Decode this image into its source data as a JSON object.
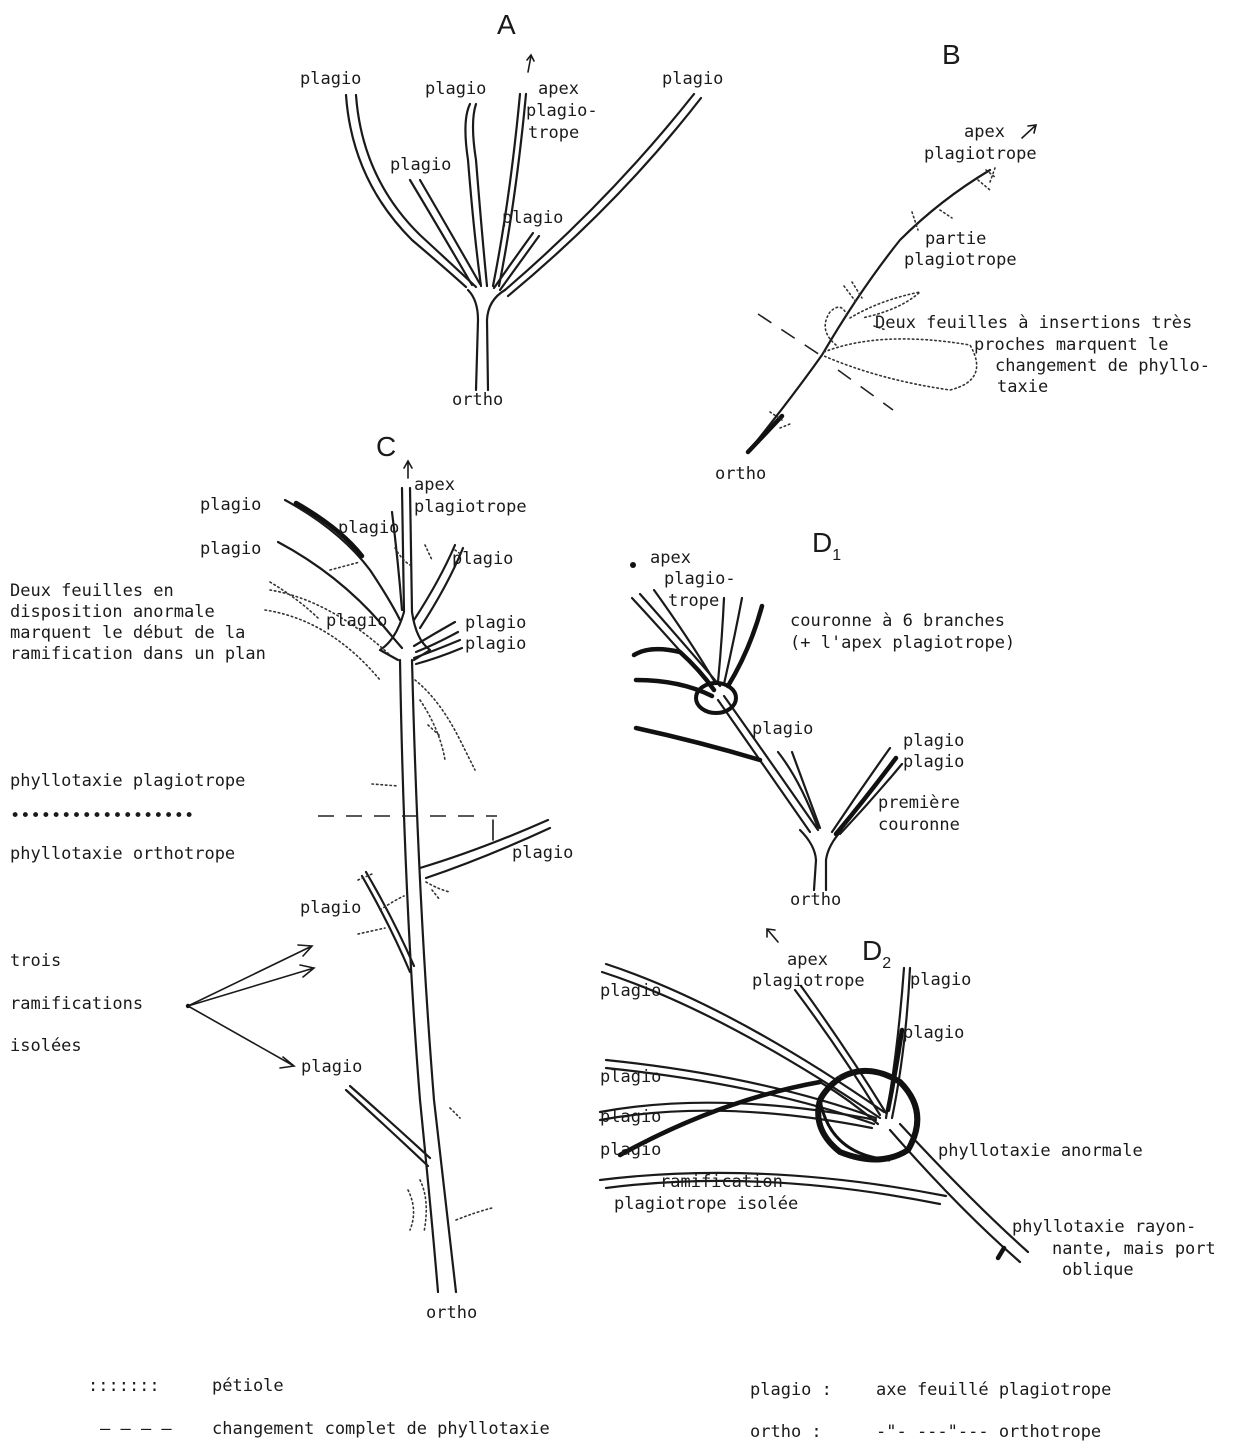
{
  "panel_a": {
    "heading": "A",
    "labels": [
      "plagio",
      "plagio",
      "apex",
      "plagio-",
      "trope",
      "plagio",
      "plagio",
      "plagio",
      "ortho"
    ]
  },
  "panel_b": {
    "heading": "B",
    "labels": [
      "apex",
      "plagiotrope",
      "partie",
      "plagiotrope",
      "Deux feuilles à insertions très",
      "proches marquent le",
      "changement de phyllo-",
      "taxie",
      "ortho"
    ]
  },
  "panel_c": {
    "heading": "C",
    "labels": [
      "apex",
      "plagiotrope",
      "plagio",
      "plagio",
      "plagio",
      "plagio",
      "plagio",
      "plagio",
      "plagio",
      "plagio",
      "plagio",
      "plagio",
      "ortho"
    ],
    "note_lines": [
      "Deux feuilles en",
      "disposition anormale",
      "marquent le début de la",
      "ramification dans un plan"
    ],
    "phyllotaxie_plagiotrope": "phyllotaxie plagiotrope",
    "dots_line": "••••••••••••••••••",
    "phyllotaxie_orthotrope": "phyllotaxie orthotrope",
    "isolated_lines": [
      "trois",
      "ramifications",
      "isolées"
    ]
  },
  "panel_d1": {
    "heading": "D",
    "heading_sub": "1",
    "labels": [
      "apex",
      "plagio-",
      "trope",
      "couronne à 6 branches",
      "(+ l'apex plagiotrope)",
      "plagio",
      "plagio",
      "plagio",
      "première",
      "couronne",
      "ortho"
    ]
  },
  "panel_d2": {
    "heading": "D",
    "heading_sub": "2",
    "labels": [
      "apex",
      "plagiotrope",
      "plagio",
      "plagio",
      "plagio",
      "plagio",
      "plagio",
      "plagio",
      "phyllotaxie anormale",
      "ramification",
      "plagiotrope isolée",
      "phyllotaxie rayon-",
      "nante, mais port",
      "oblique"
    ]
  },
  "legend": {
    "petiole_symbol": ":::::::",
    "petiole": "pétiole",
    "dash_symbol": "— — — —",
    "changement": "changement complet de phyllotaxie",
    "plagio_key": "plagio :",
    "plagio_def": "axe feuillé plagiotrope",
    "ortho_key": "ortho :",
    "ortho_def": "-\"- ---\"--- orthotrope"
  }
}
